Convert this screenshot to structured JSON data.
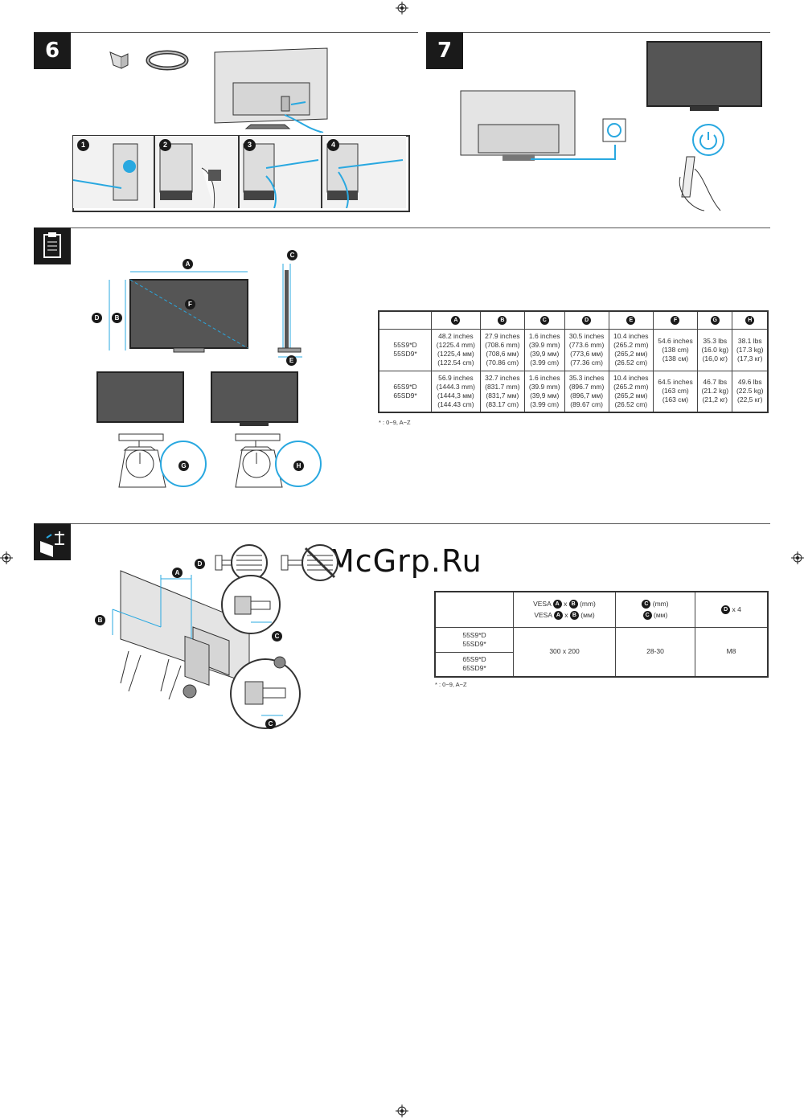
{
  "watermark": "McGrp.Ru",
  "steps": {
    "six": "6",
    "seven": "7",
    "sub_steps": [
      "1",
      "2",
      "3",
      "4"
    ]
  },
  "dimension_letters": [
    "A",
    "B",
    "C",
    "D",
    "E",
    "F",
    "G",
    "H"
  ],
  "spec_table": {
    "headers": [
      "A",
      "B",
      "C",
      "D",
      "E",
      "F",
      "G",
      "H"
    ],
    "rows": [
      {
        "models": [
          "55S9*D",
          "55SD9*"
        ],
        "cells": [
          [
            "48.2 inches",
            "(1225.4 mm)",
            "(1225,4 мм)",
            "(122.54 cm)"
          ],
          [
            "27.9 inches",
            "(708.6 mm)",
            "(708,6 мм)",
            "(70.86 cm)"
          ],
          [
            "1.6 inches",
            "(39.9 mm)",
            "(39,9 мм)",
            "(3.99 cm)"
          ],
          [
            "30.5 inches",
            "(773.6 mm)",
            "(773,6 мм)",
            "(77.36 cm)"
          ],
          [
            "10.4 inches",
            "(265.2 mm)",
            "(265,2 мм)",
            "(26.52 cm)"
          ],
          [
            "54.6 inches",
            "(138 cm)",
            "(138 см)"
          ],
          [
            "35.3 lbs",
            "(16.0 kg)",
            "(16,0 кг)"
          ],
          [
            "38.1 lbs",
            "(17.3 kg)",
            "(17,3 кг)"
          ]
        ]
      },
      {
        "models": [
          "65S9*D",
          "65SD9*"
        ],
        "cells": [
          [
            "56.9 inches",
            "(1444.3 mm)",
            "(1444,3 мм)",
            "(144.43 cm)"
          ],
          [
            "32.7 inches",
            "(831.7 mm)",
            "(831,7 мм)",
            "(83.17 cm)"
          ],
          [
            "1.6 inches",
            "(39.9 mm)",
            "(39,9 мм)",
            "(3.99 cm)"
          ],
          [
            "35.3 inches",
            "(896.7 mm)",
            "(896,7 мм)",
            "(89.67 cm)"
          ],
          [
            "10.4 inches",
            "(265.2 mm)",
            "(265,2 мм)",
            "(26.52 cm)"
          ],
          [
            "64.5 inches",
            "(163 cm)",
            "(163 см)"
          ],
          [
            "46.7 lbs",
            "(21.2 kg)",
            "(21,2 кг)"
          ],
          [
            "49.6 lbs",
            "(22.5 kg)",
            "(22,5 кг)"
          ]
        ]
      }
    ],
    "footnote": "* : 0~9, A~Z"
  },
  "vesa_table": {
    "vesa_label": "VESA",
    "x": "x",
    "mm_en": "(mm)",
    "mm_ru": "(мм)",
    "d_count": "x 4",
    "models_a": [
      "55S9*D",
      "55SD9*"
    ],
    "models_b": [
      "65S9*D",
      "65SD9*"
    ],
    "vesa_value": "300 x 200",
    "c_value": "28-30",
    "d_value": "M8",
    "footnote": "* : 0~9, A~Z"
  }
}
